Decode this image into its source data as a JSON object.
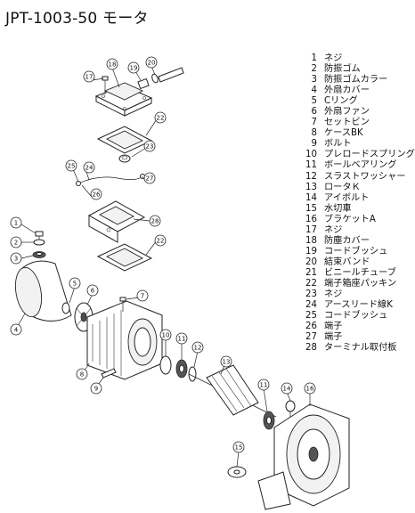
{
  "title": "JPT-1003-50 モータ",
  "parts": [
    {
      "no": "1",
      "name": "ネジ"
    },
    {
      "no": "2",
      "name": "防振ゴム"
    },
    {
      "no": "3",
      "name": "防振ゴムカラー"
    },
    {
      "no": "4",
      "name": "外扇カバー"
    },
    {
      "no": "5",
      "name": "Cリング"
    },
    {
      "no": "6",
      "name": "外扇ファン"
    },
    {
      "no": "7",
      "name": "セットビン"
    },
    {
      "no": "8",
      "name": "ケースBK"
    },
    {
      "no": "9",
      "name": "ボルト"
    },
    {
      "no": "10",
      "name": "プレロードスプリング"
    },
    {
      "no": "11",
      "name": "ボールベアリング"
    },
    {
      "no": "12",
      "name": "スラストワッシャー"
    },
    {
      "no": "13",
      "name": "ロータＫ"
    },
    {
      "no": "14",
      "name": "アイボルト"
    },
    {
      "no": "15",
      "name": "水切車"
    },
    {
      "no": "16",
      "name": "ブラケットA"
    },
    {
      "no": "17",
      "name": "ネジ"
    },
    {
      "no": "18",
      "name": "防塵カバー"
    },
    {
      "no": "19",
      "name": "コードブッシュ"
    },
    {
      "no": "20",
      "name": "結束バンド"
    },
    {
      "no": "21",
      "name": "ビニールチューブ"
    },
    {
      "no": "22",
      "name": "端子箱座パッキン"
    },
    {
      "no": "23",
      "name": "ネジ"
    },
    {
      "no": "24",
      "name": "アースリード線K"
    },
    {
      "no": "25",
      "name": "コードブッシュ"
    },
    {
      "no": "26",
      "name": "端子"
    },
    {
      "no": "27",
      "name": "端子"
    },
    {
      "no": "28",
      "name": "ターミナル取付板"
    }
  ]
}
